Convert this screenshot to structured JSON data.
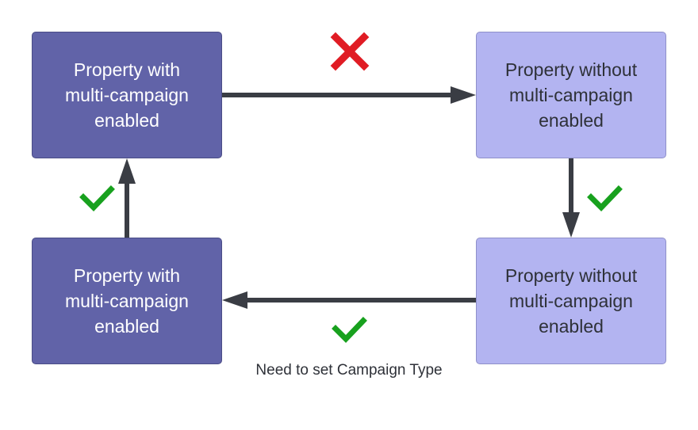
{
  "nodes": {
    "top_left": {
      "lines": [
        "Property with",
        "multi-campaign",
        "enabled"
      ]
    },
    "top_right": {
      "lines": [
        "Property without",
        "multi-campaign",
        "enabled"
      ]
    },
    "bottom_left": {
      "lines": [
        "Property with",
        "multi-campaign",
        "enabled"
      ]
    },
    "bottom_right": {
      "lines": [
        "Property without",
        "multi-campaign",
        "enabled"
      ]
    }
  },
  "edges": [
    {
      "from": "top_left",
      "to": "top_right",
      "status": "not-allowed",
      "icon": "cross-icon"
    },
    {
      "from": "top_right",
      "to": "bottom_right",
      "status": "allowed",
      "icon": "check-icon"
    },
    {
      "from": "bottom_right",
      "to": "bottom_left",
      "status": "allowed",
      "icon": "check-icon",
      "label": "Need to set Campaign Type"
    },
    {
      "from": "bottom_left",
      "to": "top_left",
      "status": "allowed",
      "icon": "check-icon"
    }
  ],
  "colors": {
    "enabled_node": "#6163a8",
    "disabled_node": "#b3b4f1",
    "arrow": "#3a3d44",
    "check": "#18a11e",
    "cross": "#e01c24"
  }
}
